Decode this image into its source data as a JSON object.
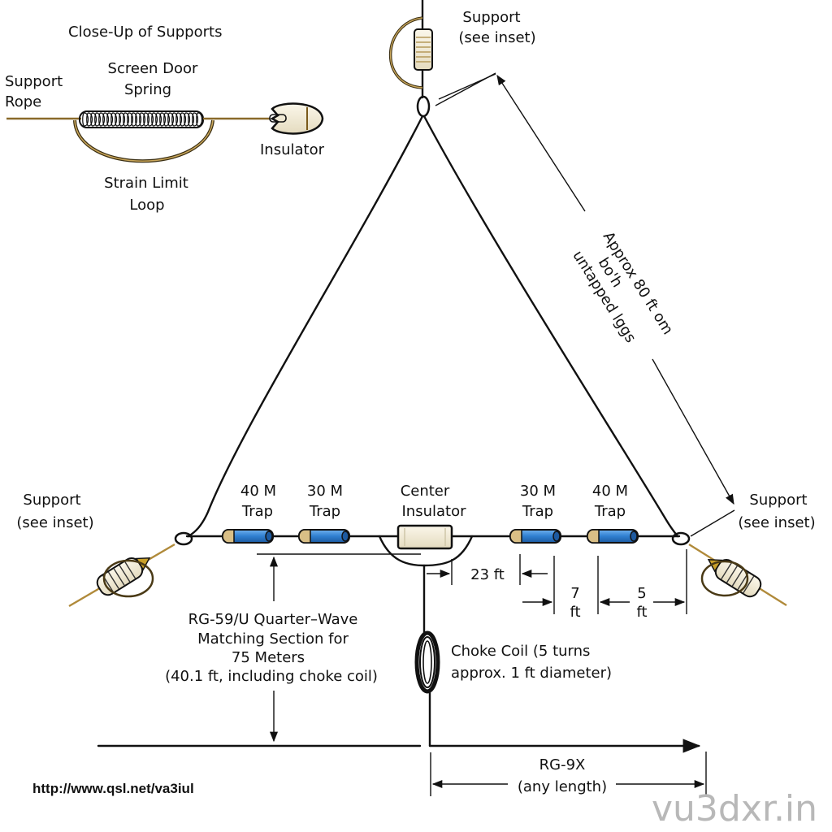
{
  "inset": {
    "title": "Close-Up of Supports",
    "support_rope": [
      "Support",
      "Rope"
    ],
    "screen_door_spring": [
      "Screen Door",
      "Spring"
    ],
    "insulator": "Insulator",
    "strain_limit_loop": [
      "Strain Limit",
      "Loop"
    ]
  },
  "supports": {
    "top": [
      "Support",
      "(see inset)"
    ],
    "left": [
      "Support",
      "(see inset)"
    ],
    "right": [
      "Support",
      "(see inset)"
    ]
  },
  "leg_length_note": [
    "Approx 80 ft om",
    "bo'h",
    "untapped lggs"
  ],
  "traps": {
    "left_outer": [
      "40 M",
      "Trap"
    ],
    "left_inner": [
      "30 M",
      "Trap"
    ],
    "right_inner": [
      "30 M",
      "Trap"
    ],
    "right_outer": [
      "40 M",
      "Trap"
    ],
    "color": "#2f7fd0",
    "cap_color": "#d9bf86"
  },
  "center_insulator": [
    "Center",
    "Insulator"
  ],
  "dimensions": {
    "center_to_trap": "23 ft",
    "trap_spacing": [
      "7",
      "ft"
    ],
    "trap_to_end": [
      "5",
      "ft"
    ]
  },
  "matching_section": [
    "RG-59/U Quarter–Wave",
    "Matching Section for",
    "75 Meters",
    "(40.1 ft, including choke coil)"
  ],
  "choke_coil": [
    "Choke Coil (5 turns",
    "approx. 1 ft diameter)"
  ],
  "feedline": [
    "RG-9X",
    "(any length)"
  ],
  "url": "http://www.qsl.net/va3iul",
  "watermark": "vu3dxr.in"
}
